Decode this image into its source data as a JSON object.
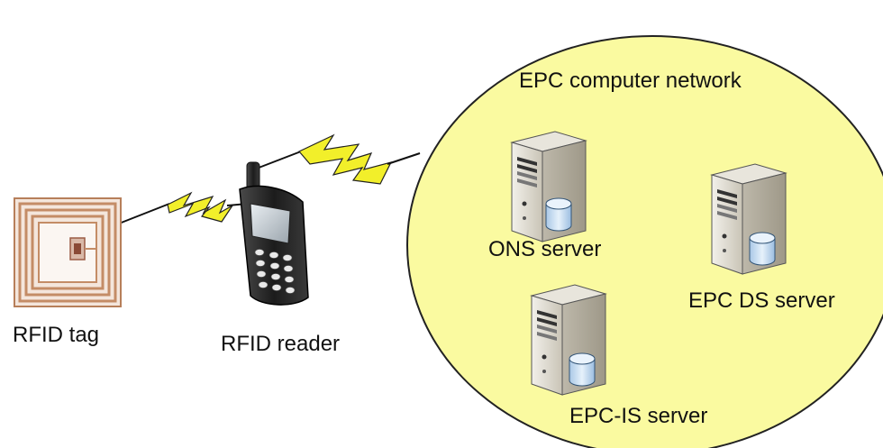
{
  "labels": {
    "network": "EPC computer network",
    "tag": "RFID tag",
    "reader": "RFID reader",
    "ons": "ONS server",
    "ds": "EPC DS server",
    "is": "EPC-IS server"
  },
  "colors": {
    "network_fill": "#fafaa0",
    "network_stroke": "#222222",
    "bolt_fill": "#f2ef2a",
    "tag_coil": "#d4a27f",
    "server_body": "#d8d4c8",
    "db_fill": "#cfe3f5"
  },
  "icons": {
    "tag": "rfid-tag-icon",
    "reader": "rfid-reader-icon",
    "server": "server-icon",
    "database": "database-icon",
    "signal": "lightning-icon"
  }
}
